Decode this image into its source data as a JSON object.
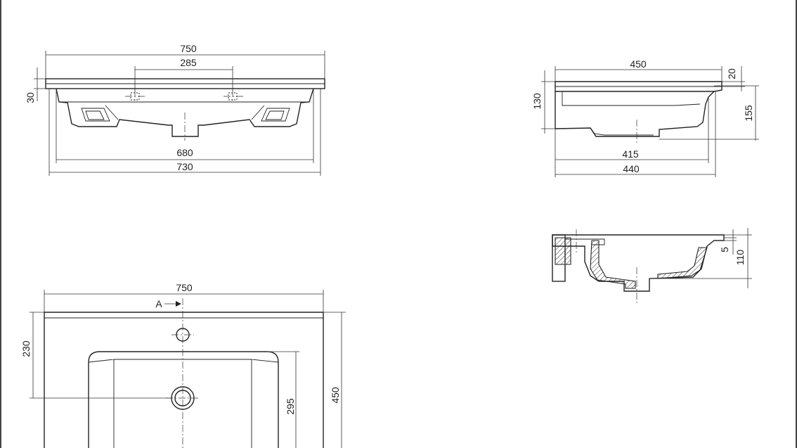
{
  "front_view": {
    "overall_width_top": "750",
    "tap_spacing": "285",
    "rim_thickness": "30",
    "bowl_width": "680",
    "body_width": "730"
  },
  "side_view": {
    "depth_top": "450",
    "rim_height": "20",
    "height_front": "130",
    "height_total": "155",
    "bowl_depth": "415",
    "body_depth": "440"
  },
  "section_view": {
    "wall": "5",
    "bowl_height": "110"
  },
  "plan_view": {
    "overall_width": "750",
    "section_marker": "A",
    "tap_hole_offset": "230",
    "drain_offset": "295",
    "overall_depth": "450"
  }
}
